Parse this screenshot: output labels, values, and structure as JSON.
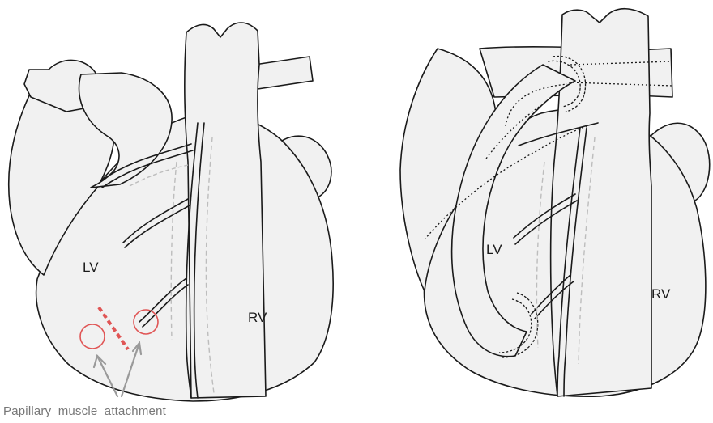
{
  "labels": {
    "left_lv": "LV",
    "left_rv": "RV",
    "right_lv": "LV",
    "right_rv": "RV"
  },
  "caption": "Papillary muscle attachment",
  "colors": {
    "outline": "#1a1a1a",
    "fill": "#f1f1f1",
    "vessel_shadow": "#bdbdbd",
    "marker": "#e05555",
    "arrow": "#9a9a9a"
  }
}
